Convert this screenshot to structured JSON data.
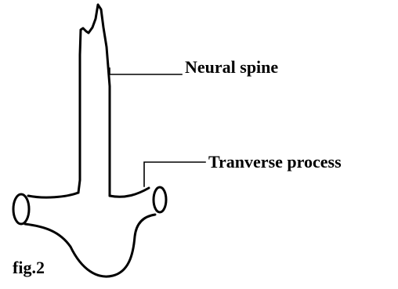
{
  "figure": {
    "labels": {
      "neural_spine": "Neural spine",
      "transverse_process": "Tranverse process",
      "caption": "fig.2"
    }
  }
}
